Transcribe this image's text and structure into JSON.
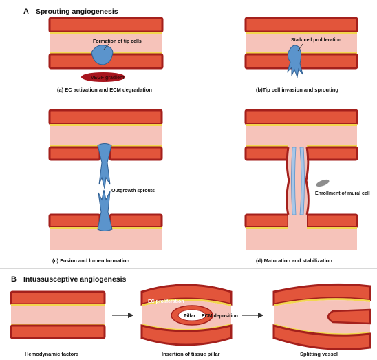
{
  "colors": {
    "outer_wall": "#a4201c",
    "muscle": "#e2553b",
    "muscle_seam": "#b83524",
    "basement": "#f2d64e",
    "lumen": "#f6c3ba",
    "tip_cell": "#5b94cc",
    "vegf": "#a8151e",
    "mural": "#8d8d8d",
    "divider": "#b0b0b0"
  },
  "section_a": {
    "letter": "A",
    "title": "Sprouting angiogenesis"
  },
  "section_b": {
    "letter": "B",
    "title": "Intussusceptive angiogenesis"
  },
  "panels": {
    "a": {
      "caption": "(a) EC activation and ECM degradation",
      "label_tip": "Formation of tip cells",
      "label_vegf": "VEGF gradient"
    },
    "b": {
      "caption": "(b)Tip cell invasion and sprouting",
      "label_stalk": "Stalk cell proliferation"
    },
    "c": {
      "caption": "(c) Fusion and lumen formation",
      "label_sprouts": "Outgrowth sprouts"
    },
    "d": {
      "caption": "(d) Maturation and stabilization",
      "label_mural": "Enrollment of mural cell"
    },
    "b1": {
      "caption": "Hemodynamic factors"
    },
    "b2": {
      "caption": "Insertion of tissue pillar",
      "label_ec": "EC proliferation",
      "label_pillar": "Pillar",
      "label_ecm": "ECM deposition"
    },
    "b3": {
      "caption": "Splitting vessel"
    }
  }
}
